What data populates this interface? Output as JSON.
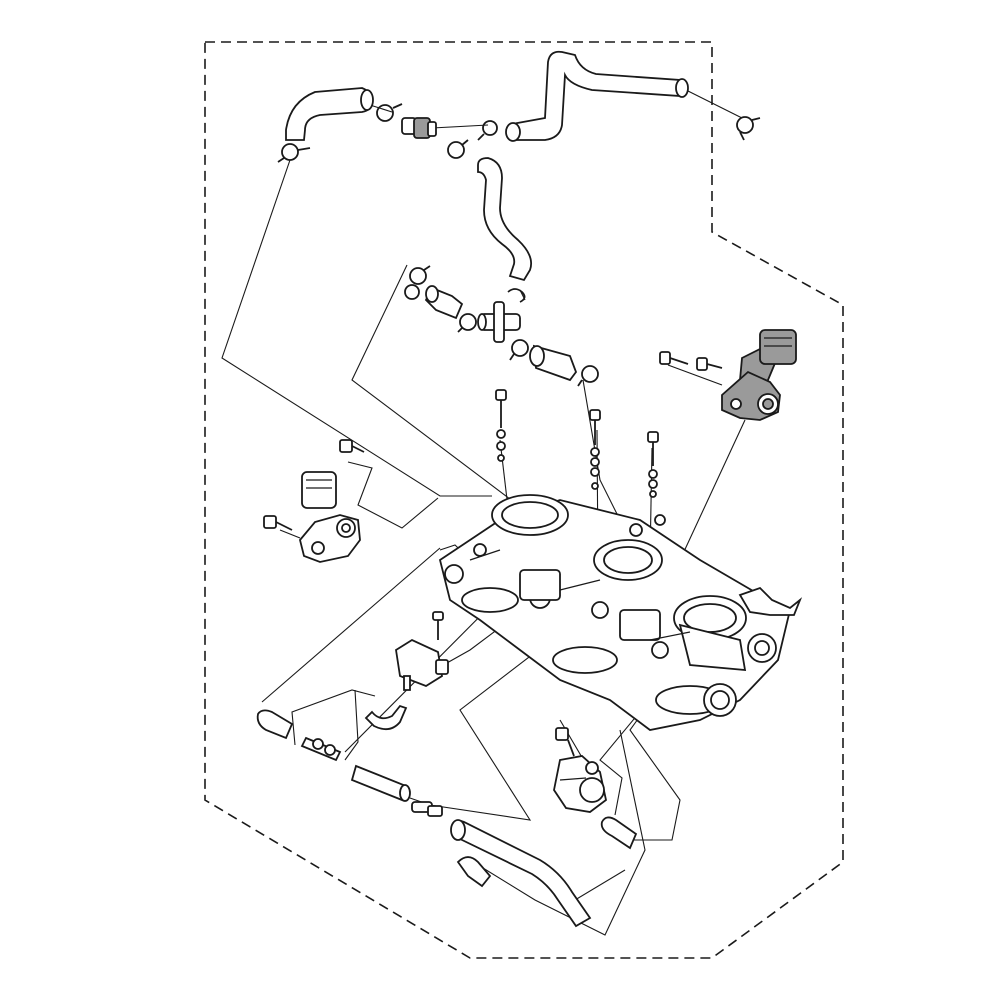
{
  "diagram": {
    "kind": "exploded-parts-view",
    "parts": [
      {
        "id": "hose-upper-left",
        "shape": "hose"
      },
      {
        "id": "hose-upper-right",
        "shape": "hose"
      },
      {
        "id": "hose-vertical",
        "shape": "hose"
      },
      {
        "id": "clip-upper-1",
        "shape": "clip"
      },
      {
        "id": "clip-upper-2",
        "shape": "clip"
      },
      {
        "id": "clip-upper-3",
        "shape": "clip"
      },
      {
        "id": "clip-upper-4",
        "shape": "clip"
      },
      {
        "id": "clip-upper-5",
        "shape": "clip"
      },
      {
        "id": "valve-fitting",
        "shape": "fitting"
      },
      {
        "id": "joint-tee",
        "shape": "fitting"
      },
      {
        "id": "hose-short-1",
        "shape": "hose"
      },
      {
        "id": "hose-short-2",
        "shape": "hose"
      },
      {
        "id": "clip-mid-1",
        "shape": "clip"
      },
      {
        "id": "clip-mid-2",
        "shape": "clip"
      },
      {
        "id": "clip-mid-3",
        "shape": "clip"
      },
      {
        "id": "clip-mid-4",
        "shape": "clip"
      },
      {
        "id": "throttle-position-sensor-right",
        "shape": "sensor",
        "highlighted": true
      },
      {
        "id": "throttle-position-sensor-left",
        "shape": "sensor"
      },
      {
        "id": "screw-right-1",
        "shape": "screw"
      },
      {
        "id": "screw-right-2",
        "shape": "screw"
      },
      {
        "id": "screw-left-1",
        "shape": "screw"
      },
      {
        "id": "screw-left-2",
        "shape": "screw"
      },
      {
        "id": "adjust-screw-1",
        "shape": "screw"
      },
      {
        "id": "adjust-screw-2",
        "shape": "screw"
      },
      {
        "id": "adjust-screw-3",
        "shape": "screw"
      },
      {
        "id": "throttle-body-assembly",
        "shape": "assembly"
      },
      {
        "id": "pressure-sensor",
        "shape": "sensor"
      },
      {
        "id": "sensor-hose",
        "shape": "hose"
      },
      {
        "id": "cap-lower",
        "shape": "cap"
      },
      {
        "id": "pipe-lower-left",
        "shape": "fitting"
      },
      {
        "id": "hose-lower-1",
        "shape": "hose"
      },
      {
        "id": "hose-lower-2",
        "shape": "hose"
      },
      {
        "id": "nipple-lower",
        "shape": "fitting"
      },
      {
        "id": "hose-lower-long",
        "shape": "hose"
      },
      {
        "id": "intake-temp-sensor",
        "shape": "sensor"
      },
      {
        "id": "screw-lower",
        "shape": "screw"
      },
      {
        "id": "hose-lower-right",
        "shape": "hose"
      }
    ],
    "colors": {
      "ink": "#1a1a1a",
      "paper": "#ffffff",
      "highlight": "#9a9a9a"
    }
  }
}
